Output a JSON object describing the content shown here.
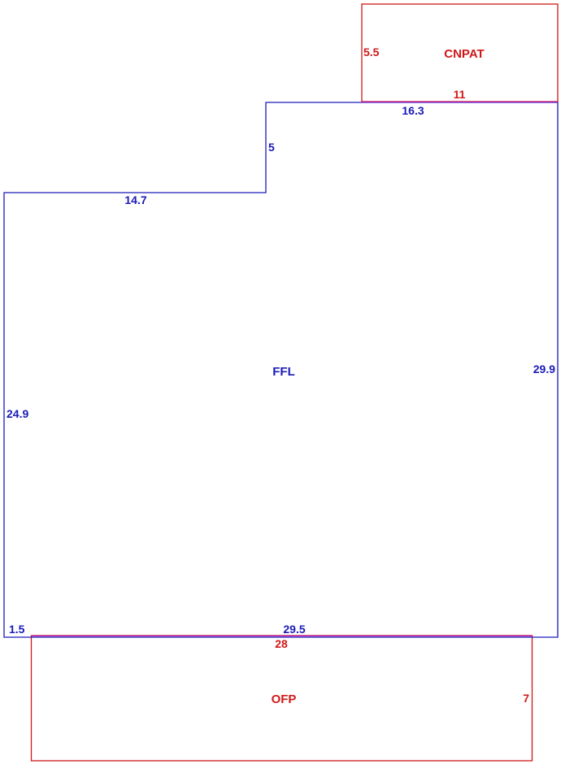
{
  "colors": {
    "main": "#1a1ab8",
    "addition": "#d01818"
  },
  "areas": {
    "ffl": {
      "label": "FFL",
      "dims": {
        "top_right": "16.3",
        "step_vertical": "5",
        "top_left": "14.7",
        "left": "24.9",
        "right": "29.9",
        "bottom_left_short": "1.5",
        "bottom": "29.5"
      }
    },
    "cnpat": {
      "label": "CNPAT",
      "dims": {
        "left": "5.5",
        "bottom": "11"
      }
    },
    "ofp": {
      "label": "OFP",
      "dims": {
        "top": "28",
        "right": "7"
      }
    }
  }
}
